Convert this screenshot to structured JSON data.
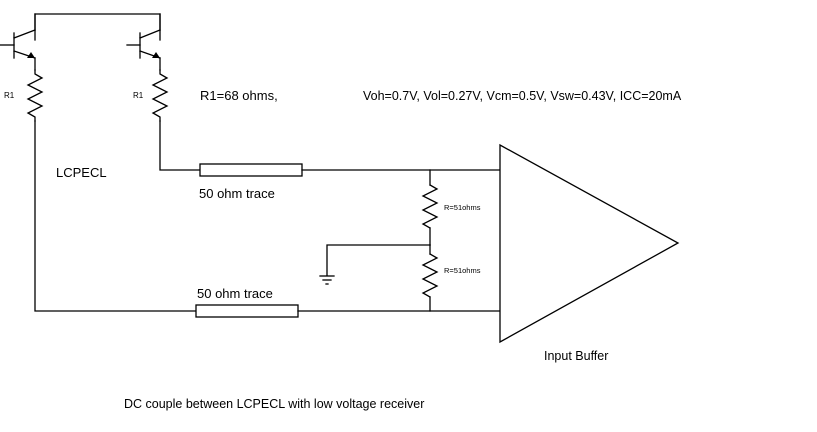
{
  "diagram": {
    "caption": "DC couple between LCPECL with low voltage receiver",
    "driver_label": "LCPECL",
    "r1_left_label": "R1",
    "r1_right_label": "R1",
    "r1_value": "R1=68 ohms,",
    "specs": "Voh=0.7V, Vol=0.27V, Vcm=0.5V, Vsw=0.43V, ICC=20mA",
    "trace_top_label": "50 ohm trace",
    "trace_bottom_label": "50 ohm trace",
    "term_top_label": "R=51ohms",
    "term_bottom_label": "R=51ohms",
    "buffer_label": "Input Buffer"
  }
}
